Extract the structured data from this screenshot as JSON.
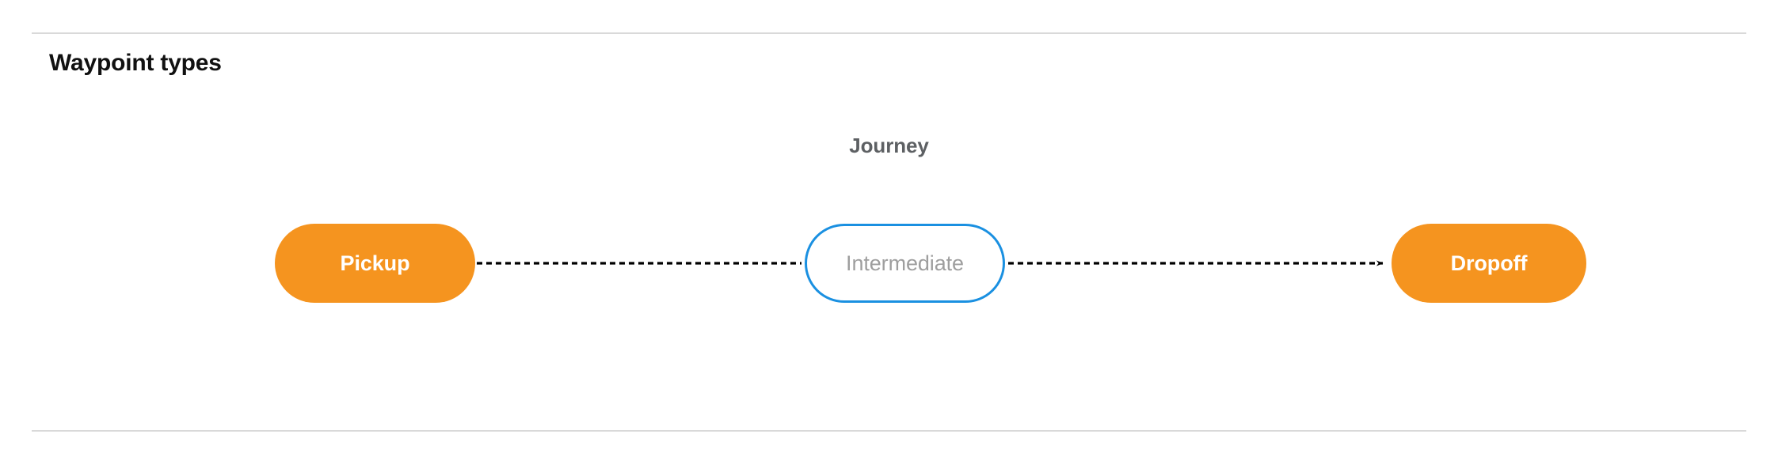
{
  "page": {
    "title": "Waypoint types",
    "background": "#ffffff"
  },
  "divider": {
    "color": "#d9d9d9"
  },
  "diagram": {
    "group_label": "Journey",
    "group_label_color": "#5d6063",
    "nodes": [
      {
        "id": "pickup",
        "label": "Pickup",
        "shape": "pill",
        "fill": "#f5941f",
        "text_color": "#ffffff",
        "border": "none"
      },
      {
        "id": "intermediate",
        "label": "Intermediate",
        "shape": "pill",
        "fill": "#ffffff",
        "text_color": "#9e9e9e",
        "border": "#1a90e1"
      },
      {
        "id": "dropoff",
        "label": "Dropoff",
        "shape": "pill",
        "fill": "#f5941f",
        "text_color": "#ffffff",
        "border": "none"
      }
    ],
    "edges": [
      {
        "id": "pickup-to-intermediate",
        "from": "pickup",
        "to": "intermediate",
        "style": "dashed",
        "color": "#000000",
        "arrowhead": false
      },
      {
        "id": "intermediate-to-dropoff",
        "from": "intermediate",
        "to": "dropoff",
        "style": "dashed",
        "color": "#000000",
        "arrowhead": true
      }
    ]
  }
}
